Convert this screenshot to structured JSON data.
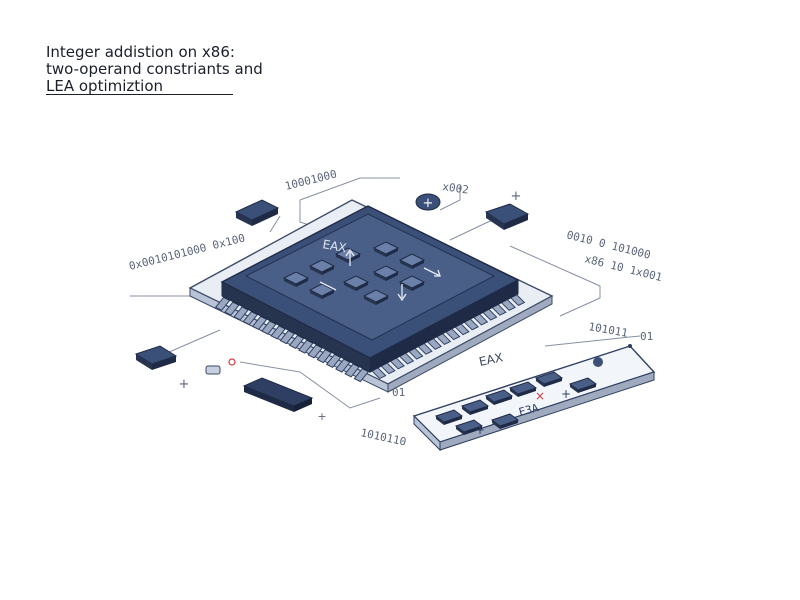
{
  "title": {
    "line1": "Integer addistion on x86:",
    "line2": "two-operand constriants and",
    "line3": "LEA optimiztion"
  },
  "labels": {
    "top_left_bin": "10001000",
    "left_bin": "0x0010101000 0x100",
    "right_bin": "0010 0 101000",
    "right_x86": "x86 10 1x001",
    "top_right": "x002",
    "chip_reg": "EAX",
    "bottom_mid_bin": "101011",
    "bottom_left_bin": "1010110",
    "pad_reg": "EAX",
    "pad_label": "E3A",
    "pad_id": "01",
    "bottom_mid_01": "01"
  },
  "icons": {
    "plus_top": "+",
    "plus_left": "+",
    "plus_bottom": "+",
    "plus_right": "+",
    "plus_pad_left": "+",
    "plus_pad_mid": "+",
    "cross_pad": "×"
  },
  "colors": {
    "chip_dark": "#2e3f63",
    "chip_mid": "#3b5078",
    "chip_light": "#5a6d93",
    "pin": "#9aa7c0",
    "line": "#8790a3",
    "accent_red": "#d33b3b"
  }
}
